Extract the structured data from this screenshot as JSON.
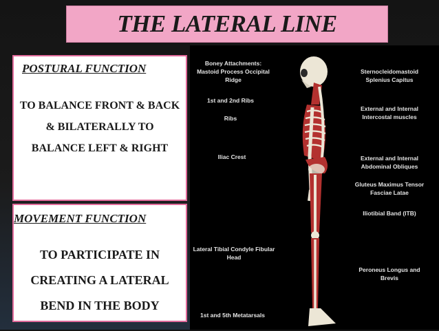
{
  "title": "THE  LATERAL LINE",
  "postural": {
    "heading": "POSTURAL FUNCTION",
    "text": "TO BALANCE FRONT  & BACK & BILATERALLY TO BALANCE LEFT & RIGHT"
  },
  "movement": {
    "heading": "MOVEMENT  FUNCTION",
    "text": "TO PARTICIPATE IN CREATING A LATERAL BEND IN THE BODY"
  },
  "left_labels": [
    "Boney Attachments: Mastoid Process Occipital Ridge",
    "1st and 2nd Ribs",
    "Ribs",
    "Iliac Crest",
    "Lateral Tibial Condyle Fibular Head",
    "1st and 5th Metatarsals"
  ],
  "right_labels": [
    "Sternocleidomastoid Splenius Capitus",
    "External and Internal Intercostal muscles",
    "External and Internal Abdominal Obliques",
    "Gluteus Maximus Tensor Fasciae Latae",
    "Iliotibial Band (ITB)",
    "Peroneus Longus and Brevis"
  ],
  "colors": {
    "title_bg": "#f2a6c6",
    "panel_border": "#e26b9b",
    "muscle": "#b3312f",
    "bone": "#ece6d6"
  }
}
